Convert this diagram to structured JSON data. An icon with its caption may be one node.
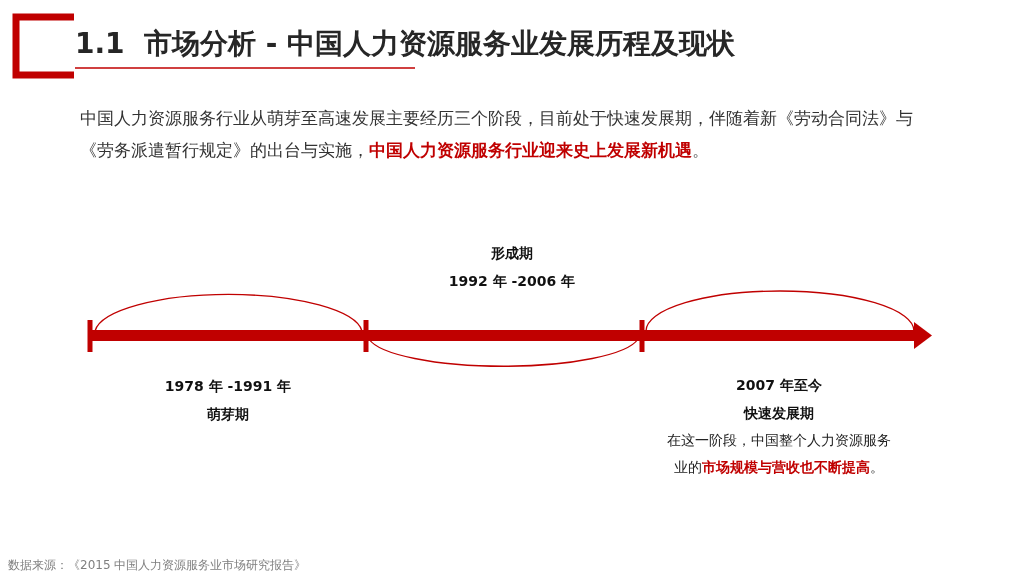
{
  "diagram": {
    "title": "1.1  市场分析 - 中国人力资源服务业发展历程及现状",
    "nodes": [
      {
        "text": [
          "1978 年 -1991 年",
          "萌芽期"
        ]
      },
      {
        "text": [
          "形成期",
          "1992 年 -2006 年"
        ]
      },
      {
        "text": [
          "2007 年至今",
          "快速发展期",
          "在这一阶段，中国整个人力资源服务业的**市场规模与营收也不断提高**。"
        ]
      }
    ],
    "labels": [
      "中国人力资源服务行业从萌芽至高速发展主要经历三个阶段，目前处于快速发展期，伴随着新《劳动合同法》与《劳务派遣暂行规定》的出台与实施，**中国人力资源服务行业迎来史上发展新机遇**。",
      "数据来源：《2015 中国人力资源服务业市场研究报告》"
    ]
  }
}
